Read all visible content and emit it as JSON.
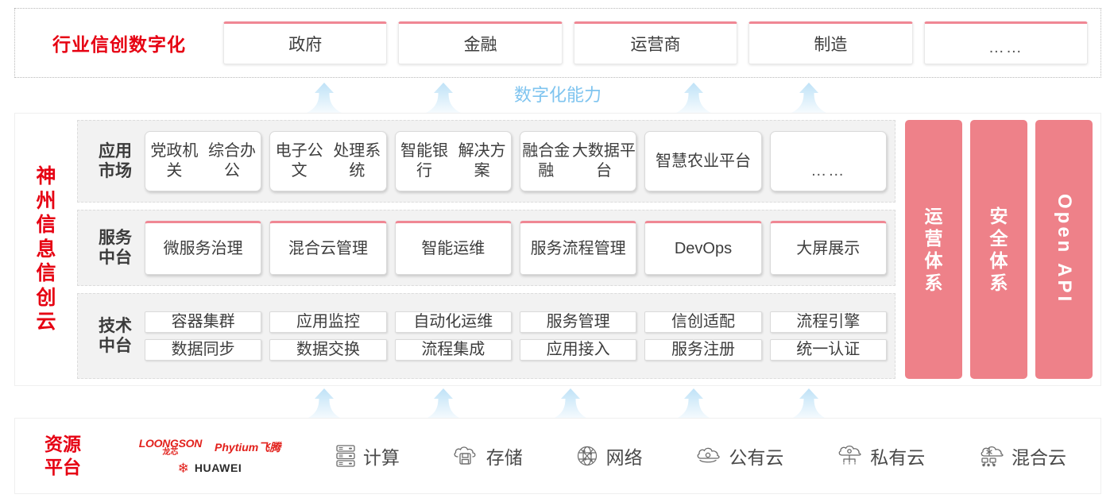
{
  "industry": {
    "title": "行业信创数字化",
    "boxes": [
      {
        "label": "政府"
      },
      {
        "label": "金融"
      },
      {
        "label": "运营商"
      },
      {
        "label": "制造"
      },
      {
        "label": "……"
      }
    ]
  },
  "capability_label": "数字化能力",
  "cloud": {
    "title_chars": [
      "神",
      "州",
      "信",
      "息",
      "信",
      "创",
      "云"
    ],
    "tiers": [
      {
        "name": "apps",
        "label_lines": [
          "应用",
          "市场"
        ],
        "items": [
          {
            "lines": [
              "党政机关",
              "综合办公"
            ]
          },
          {
            "lines": [
              "电子公文",
              "处理系统"
            ]
          },
          {
            "lines": [
              "智能银行",
              "解决方案"
            ]
          },
          {
            "lines": [
              "融合金融",
              "大数据平台"
            ]
          },
          {
            "lines": [
              "智慧农业",
              "平台"
            ]
          },
          {
            "lines": [
              "……"
            ],
            "dots": true
          }
        ]
      },
      {
        "name": "service",
        "label_lines": [
          "服务",
          "中台"
        ],
        "items": [
          {
            "lines": [
              "微服务",
              "治理"
            ],
            "accent": true
          },
          {
            "lines": [
              "混合云",
              "管理"
            ],
            "accent": true
          },
          {
            "lines": [
              "智能运维"
            ],
            "accent": true
          },
          {
            "lines": [
              "服务流程",
              "管理"
            ],
            "accent": true
          },
          {
            "lines": [
              "DevOps"
            ],
            "accent": true
          },
          {
            "lines": [
              "大屏展示"
            ],
            "accent": true
          }
        ]
      },
      {
        "name": "tech",
        "label_lines": [
          "技术",
          "中台"
        ],
        "rows": [
          [
            "容器集群",
            "应用监控",
            "自动化运维",
            "服务管理",
            "信创适配",
            "流程引擎"
          ],
          [
            "数据同步",
            "数据交换",
            "流程集成",
            "应用接入",
            "服务注册",
            "统一认证"
          ]
        ]
      }
    ],
    "side_bars": [
      {
        "type": "cjk",
        "chars": [
          "运",
          "营",
          "体",
          "系"
        ],
        "label": "运营体系"
      },
      {
        "type": "cjk",
        "chars": [
          "安",
          "全",
          "体",
          "系"
        ],
        "label": "安全体系"
      },
      {
        "type": "rot",
        "label": "Open API"
      }
    ]
  },
  "resource": {
    "title_lines": [
      "资源",
      "平台"
    ],
    "vendors": [
      {
        "name": "LOONGSON",
        "cn": "龙芯",
        "id": "loongson"
      },
      {
        "name": "Phytium飞腾",
        "id": "phytium"
      },
      {
        "name": "HUAWEI",
        "id": "huawei"
      }
    ],
    "items": [
      {
        "label": "计算",
        "icon": "server-icon"
      },
      {
        "label": "存储",
        "icon": "storage-cloud-icon"
      },
      {
        "label": "网络",
        "icon": "network-globe-icon"
      },
      {
        "label": "公有云",
        "icon": "public-cloud-icon"
      },
      {
        "label": "私有云",
        "icon": "private-cloud-icon"
      },
      {
        "label": "混合云",
        "icon": "hybrid-cloud-icon"
      }
    ]
  },
  "colors": {
    "brand_red": "#E60012",
    "accent_pink": "#EE8189",
    "card_top_pink": "#F08794",
    "arrow_blue": "#BFE2F7",
    "capability_blue": "#7FC4EF"
  },
  "arrows": {
    "top_x": [
      390,
      540,
      855,
      1000
    ],
    "bottom_x": [
      390,
      540,
      700,
      855,
      1000
    ]
  }
}
